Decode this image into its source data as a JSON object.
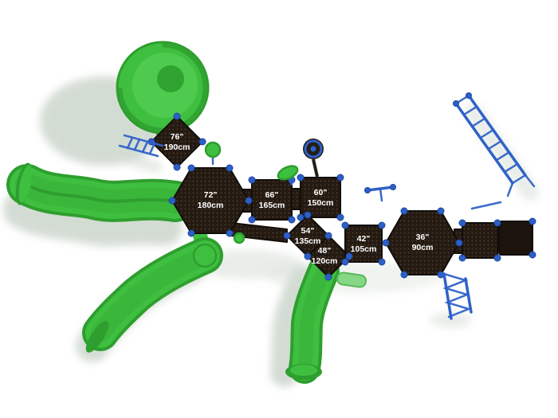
{
  "colors": {
    "background": "#ffffff",
    "slide_green": "#3fbf3f",
    "slide_green_dark": "#2e9e2e",
    "slide_green_light": "#86d786",
    "deck_brown": "#241a12",
    "deck_dot": "#4a392c",
    "deck_outline": "#120d09",
    "post_blue": "#2d5fc8",
    "hardware_blue": "#2f62c8",
    "shadow_gray": "#ccd6cc",
    "label_text": "#ffffff"
  },
  "platforms": [
    {
      "name": "deck-76",
      "inches": "76\"",
      "cm": "190cm"
    },
    {
      "name": "deck-72",
      "inches": "72\"",
      "cm": "180cm"
    },
    {
      "name": "deck-66",
      "inches": "66\"",
      "cm": "165cm"
    },
    {
      "name": "deck-60",
      "inches": "60\"",
      "cm": "150cm"
    },
    {
      "name": "deck-54",
      "inches": "54\"",
      "cm": "135cm"
    },
    {
      "name": "deck-48",
      "inches": "48\"",
      "cm": "120cm"
    },
    {
      "name": "deck-42",
      "inches": "42\"",
      "cm": "105cm"
    },
    {
      "name": "deck-36",
      "inches": "36\"",
      "cm": "90cm"
    }
  ]
}
